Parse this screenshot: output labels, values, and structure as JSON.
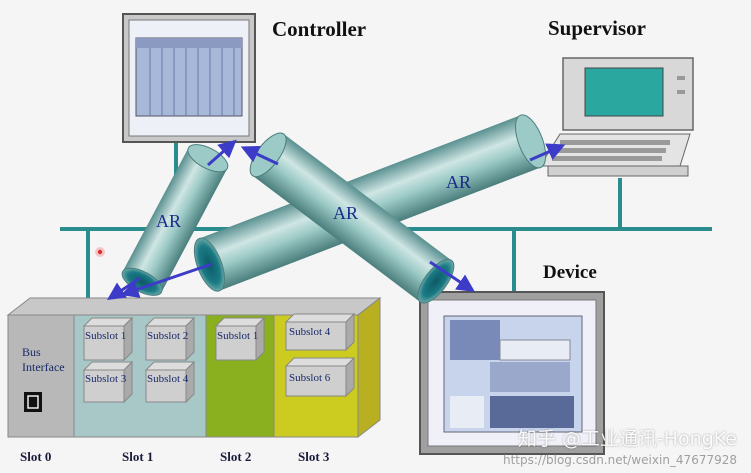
{
  "nodes": {
    "controller": "Controller",
    "supervisor": "Supervisor",
    "device": "Device"
  },
  "ar_labels": [
    "AR",
    "AR",
    "AR"
  ],
  "rack": {
    "bus_interface_line1": "Bus",
    "bus_interface_line2": "Interface",
    "subslots": [
      "Subslot 1",
      "Subslot 2",
      "Subslot 3",
      "Subslot 4",
      "Subslot 1",
      "Subslot 4",
      "Subslot 6"
    ],
    "slots": [
      "Slot 0",
      "Slot 1",
      "Slot 2",
      "Slot 3"
    ]
  },
  "watermark": "知乎 @工业通讯-HongKe",
  "url": "https://blog.csdn.net/weixin_47677928",
  "colors": {
    "bus": "#2a8c8c",
    "arrow": "#3c3cc8",
    "slot0": "#b8b8b8",
    "slot1": "#a8c8c8",
    "slot2": "#8ab020",
    "slot3": "#cccc20"
  }
}
